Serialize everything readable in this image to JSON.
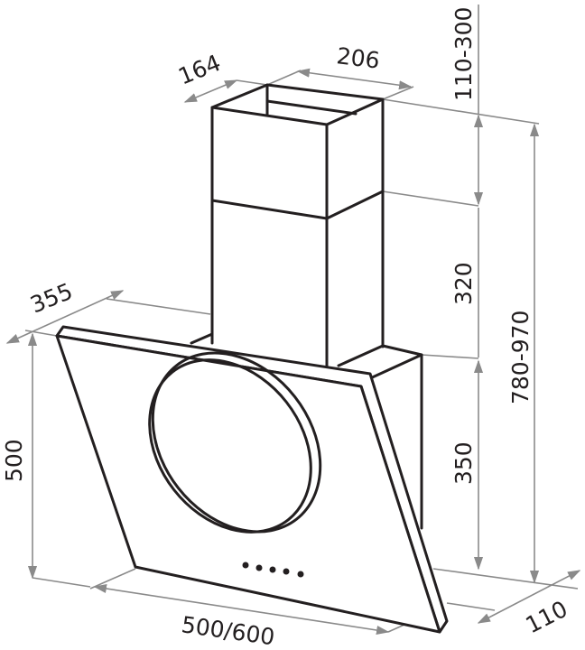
{
  "diagram": {
    "colors": {
      "outline": "#231f20",
      "dimension": "#8a8a8a",
      "background": "#ffffff"
    },
    "dimensions": {
      "chimney_depth": "164",
      "chimney_width": "206",
      "chimney_extension": "110-300",
      "chimney_upper": "320",
      "total_height": "780-970",
      "lower_height": "350",
      "hood_depth": "355",
      "hood_height": "500",
      "hood_width": "500/600",
      "bottom_depth": "110"
    }
  }
}
